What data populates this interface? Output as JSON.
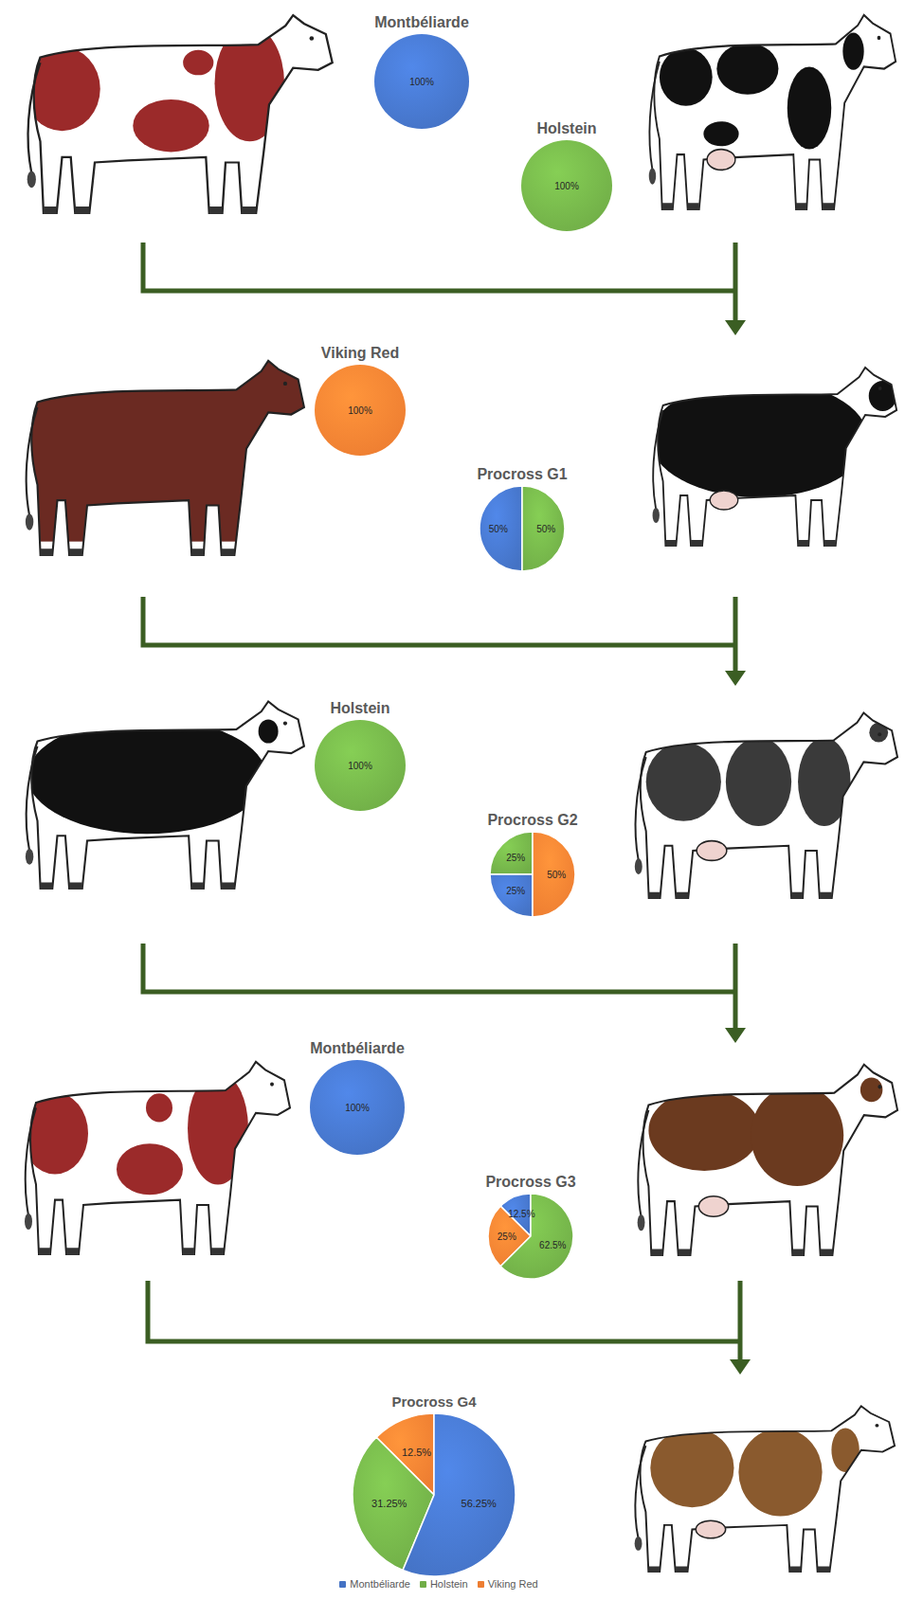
{
  "diagram": {
    "nodes": [
      {
        "text": [
          "Montbéliarde",
          "100%"
        ]
      },
      {
        "text": [
          "Holstein",
          "100%"
        ]
      },
      {
        "text": [
          "Viking Red",
          "100%"
        ]
      },
      {
        "text": [
          "Procross G1",
          "50%",
          "50%"
        ]
      },
      {
        "text": [
          "Holstein",
          "100%"
        ]
      },
      {
        "text": [
          "Procross G2",
          "25%",
          "25%",
          "50%"
        ]
      },
      {
        "text": [
          "Montbéliarde",
          "100%"
        ]
      },
      {
        "text": [
          "Procross G3",
          "12.5%",
          "25%",
          "62.5%"
        ]
      },
      {
        "text": [
          "Procross G4",
          "12.5%",
          "31.25%",
          "56.25%"
        ]
      }
    ],
    "legend": [
      {
        "text": "Montbéliarde",
        "color": "#4472C4"
      },
      {
        "text": "Holstein",
        "color": "#70AD47"
      },
      {
        "text": "Viking Red",
        "color": "#ED7D31"
      }
    ]
  }
}
